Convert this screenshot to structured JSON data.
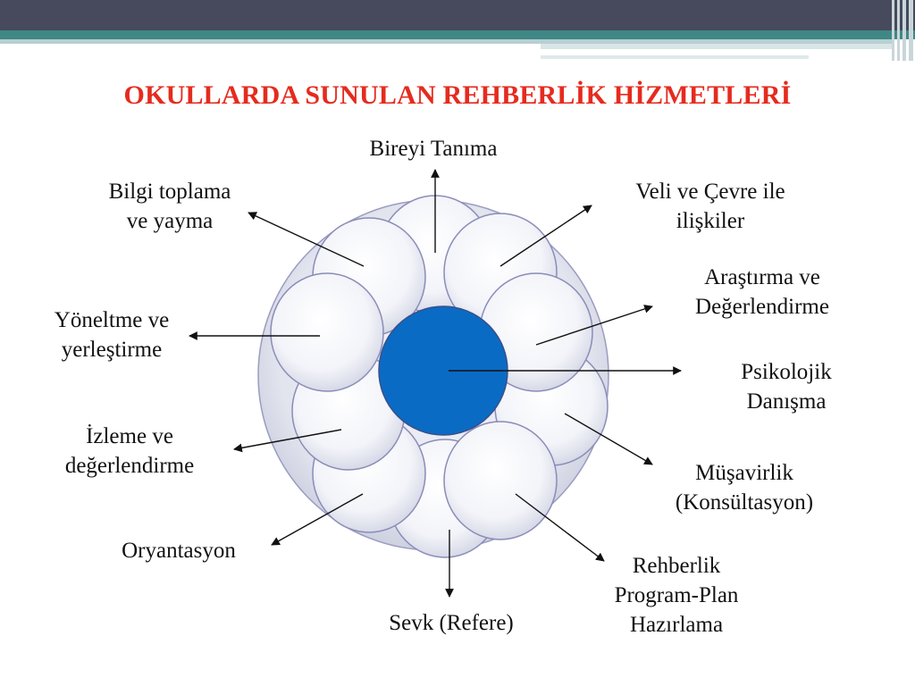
{
  "slide": {
    "title": "OKULLARDA SUNULAN REHBERLİK HİZMETLERİ"
  },
  "diagram": {
    "center_color": "#0a6bc4",
    "accent_title_color": "#e52b1e",
    "labels": {
      "bireyi_tanima": "Bireyi Tanıma",
      "bilgi_toplama_1": "Bilgi toplama",
      "bilgi_toplama_2": "ve yayma",
      "veli_1": "Veli ve Çevre ile",
      "veli_2": "ilişkiler",
      "arastirma_1": "Araştırma ve",
      "arastirma_2": "Değerlendirme",
      "yoneltme_1": "Yöneltme ve",
      "yoneltme_2": "yerleştirme",
      "psikolojik_1": "Psikolojik",
      "psikolojik_2": "Danışma",
      "izleme_1": "İzleme ve",
      "izleme_2": "değerlendirme",
      "musavirlik_1": "Müşavirlik",
      "musavirlik_2": "(Konsültasyon)",
      "oryantasyon": "Oryantasyon",
      "program_1": "Rehberlik",
      "program_2": "Program-Plan",
      "program_3": "Hazırlama",
      "sevk": "Sevk (Refere)"
    }
  }
}
